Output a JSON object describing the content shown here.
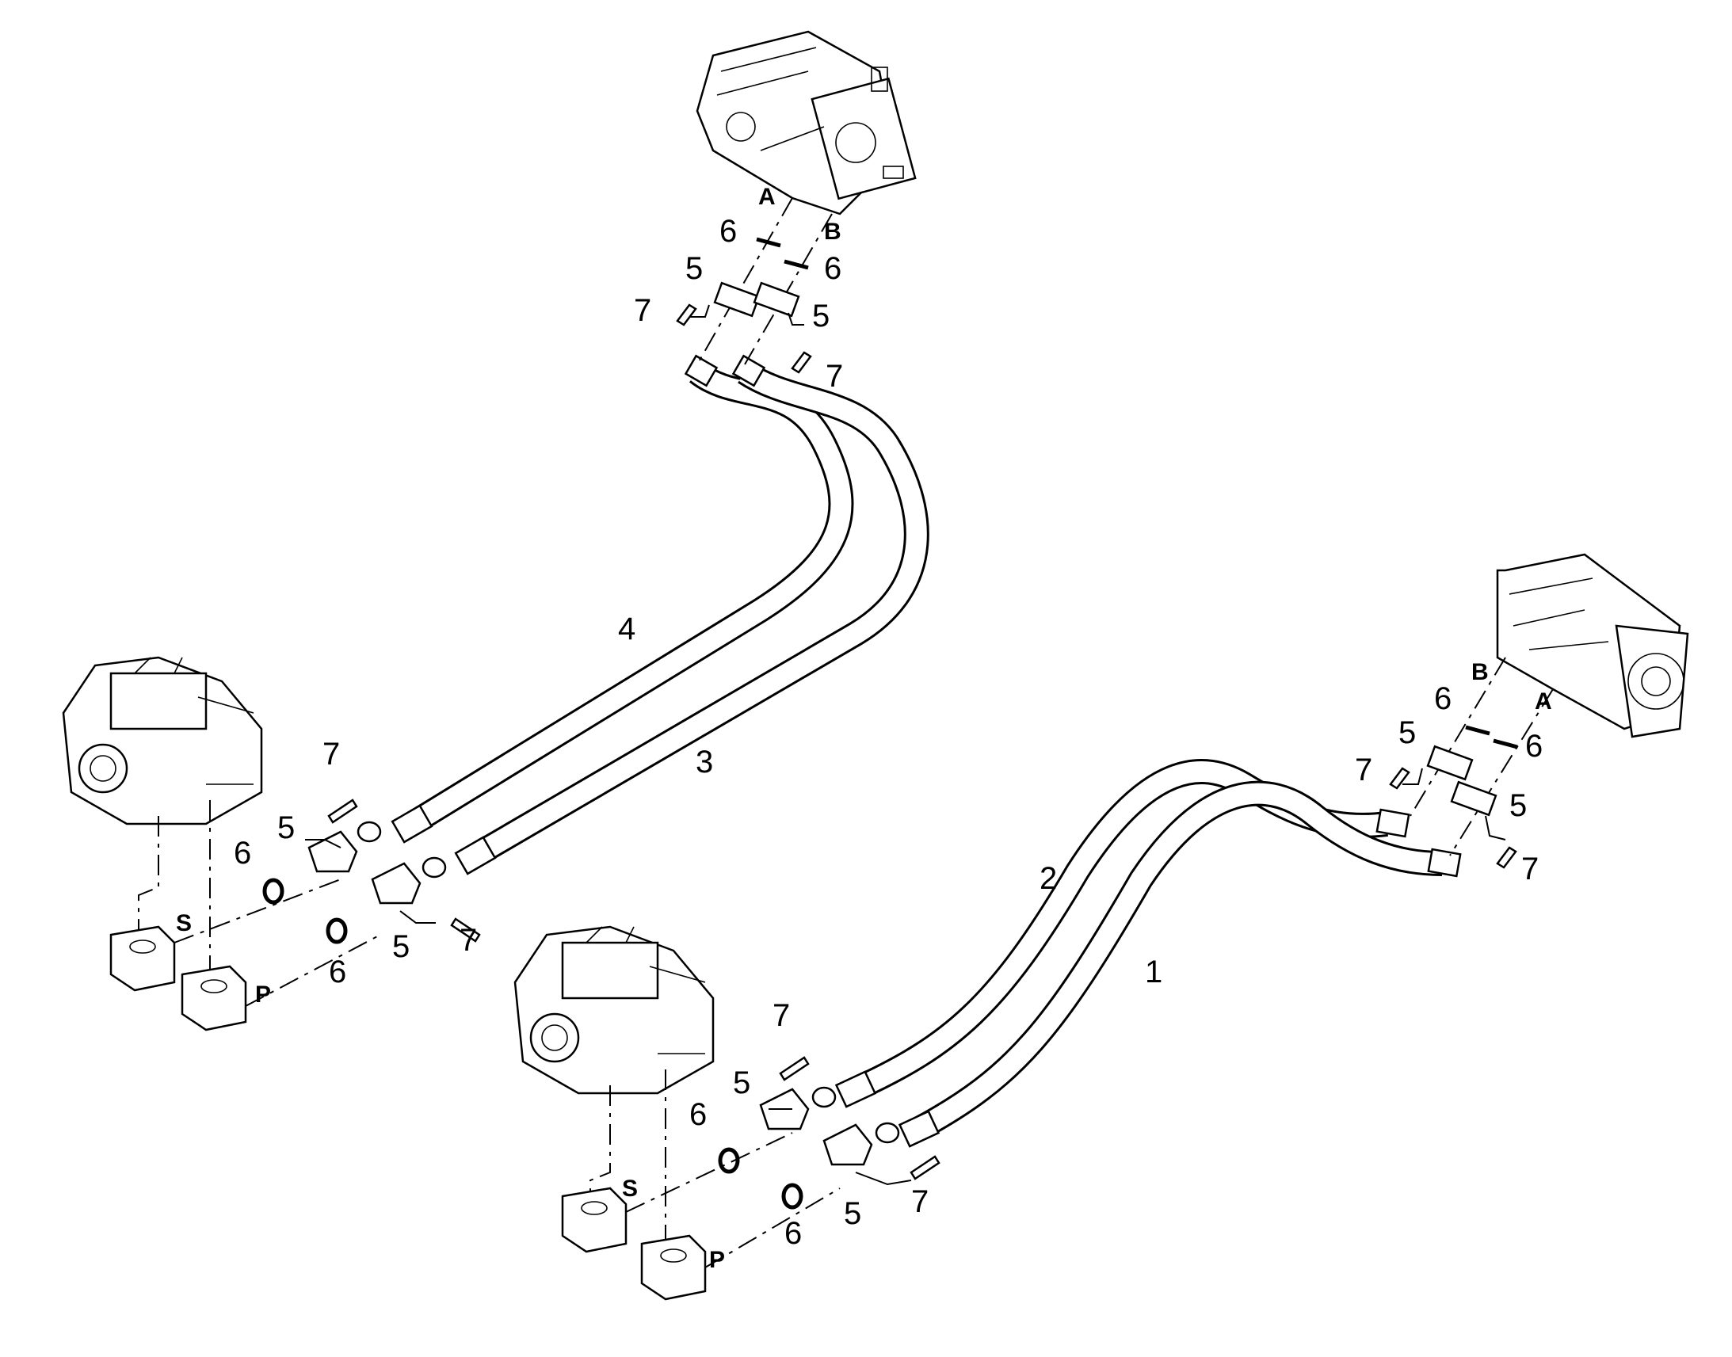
{
  "labels": {
    "callout_1": "1",
    "callout_2": "2",
    "callout_3": "3",
    "callout_4": "4",
    "callout_5": "5",
    "callout_6": "6",
    "callout_7": "7"
  },
  "ports": {
    "a": "A",
    "b": "B",
    "s": "S",
    "p": "P"
  }
}
